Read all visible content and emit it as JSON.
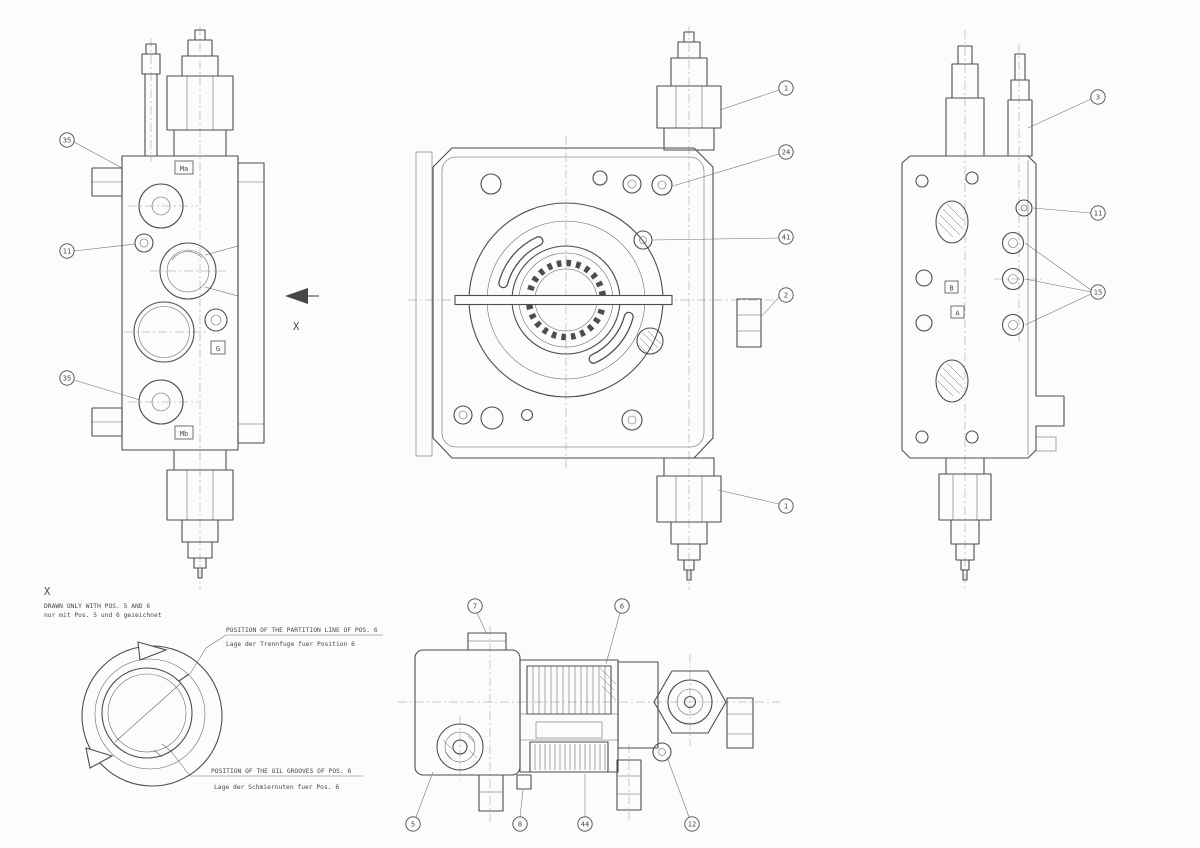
{
  "drawing": {
    "title": "Hydraulic control valve block - multi-view technical drawing",
    "colors": {
      "background": "#fcfcfc",
      "line": "#4d4d4d",
      "dim": "#7a7a7a"
    },
    "labels": {
      "ma": "Ma",
      "g": "G",
      "mb": "Mb",
      "b": "B",
      "a": "A",
      "view_arrow": "X",
      "detail_title": "X",
      "note_en": "DRAWN ONLY WITH POS. 5 AND 6",
      "note_de": "nur mit Pos. 5 und 6 gezeichnet",
      "partition_en": "POSITION OF THE PARTITION LINE OF POS. 6",
      "partition_de": "Lage der Trennfuge fuer Position 6",
      "grooves_en": "POSITION OF THE OIL GROOVES OF POS. 6",
      "grooves_de": "Lage der Schmiernuten fuer Pos. 6"
    },
    "balloons": {
      "b35_top": "35",
      "b11_left": "11",
      "b35_bottom": "35",
      "b1_top": "1",
      "b24": "24",
      "b41": "41",
      "b2": "2",
      "b1_bottom": "1",
      "b3": "3",
      "b11_right": "11",
      "b15": "15",
      "b7": "7",
      "b6": "6",
      "b5": "5",
      "b8": "8",
      "b44": "44",
      "b12": "12"
    }
  }
}
